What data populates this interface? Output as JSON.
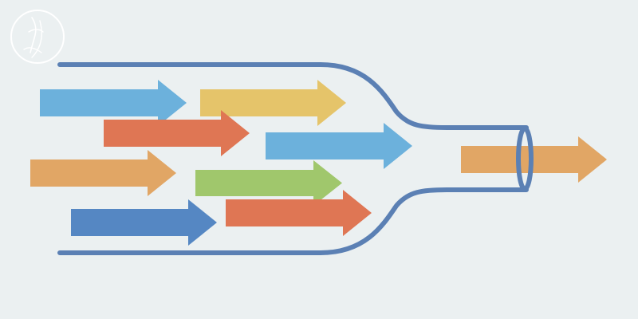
{
  "colors": {
    "background": "#ebf0f1",
    "bottle_outline": "#5b80b4",
    "logo_stroke": "#ffffff",
    "sky_blue": "#6cb1dc",
    "mustard": "#e5c46a",
    "coral": "#df7654",
    "tan": "#e1a665",
    "green": "#a0c76c",
    "steel_blue": "#5587c3"
  },
  "logo": {
    "icon": "signature-logo-icon"
  },
  "bottle": {
    "icon": "bottle-icon"
  },
  "arrows": [
    {
      "name": "arrow-sky-blue-upper",
      "color": "sky_blue",
      "inside_bottle": true
    },
    {
      "name": "arrow-mustard",
      "color": "mustard",
      "inside_bottle": true
    },
    {
      "name": "arrow-coral-upper",
      "color": "coral",
      "inside_bottle": true
    },
    {
      "name": "arrow-sky-blue-center",
      "color": "sky_blue",
      "inside_bottle": true
    },
    {
      "name": "arrow-tan-left",
      "color": "tan",
      "inside_bottle": true
    },
    {
      "name": "arrow-green",
      "color": "green",
      "inside_bottle": true
    },
    {
      "name": "arrow-steel-blue",
      "color": "steel_blue",
      "inside_bottle": true
    },
    {
      "name": "arrow-coral-lower",
      "color": "coral",
      "inside_bottle": true
    },
    {
      "name": "arrow-tan-exit",
      "color": "tan",
      "inside_bottle": false
    }
  ]
}
